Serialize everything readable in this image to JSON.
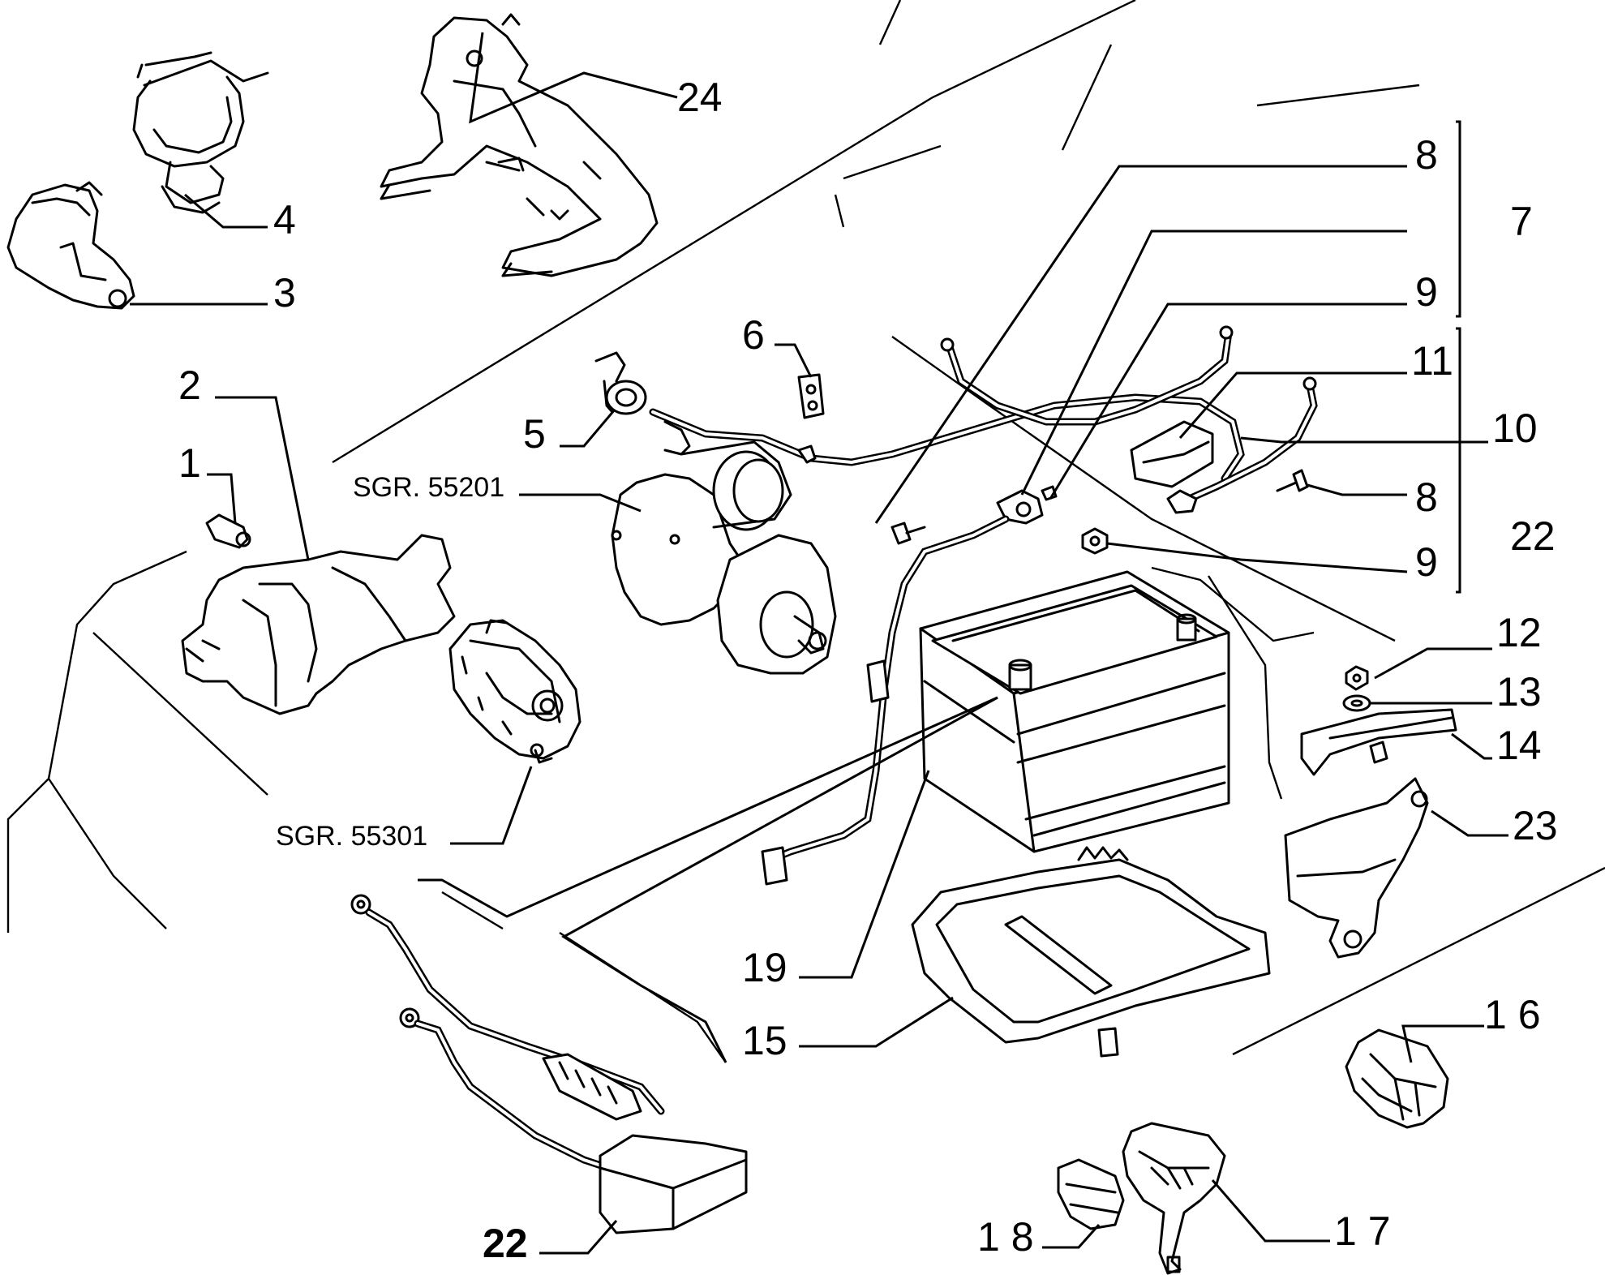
{
  "diagram": {
    "labels": {
      "p1": "1",
      "p2": "2",
      "p3": "3",
      "p4": "4",
      "p5": "5",
      "p6": "6",
      "p7": "7",
      "p8a": "8",
      "p8b": "8",
      "p9a": "9",
      "p9b": "9",
      "p10": "10",
      "p11": "11",
      "p12": "12",
      "p13": "13",
      "p14": "14",
      "p15": "15",
      "p16": "1 6",
      "p17": "1 7",
      "p18": "1 8",
      "p19": "19",
      "p22a": "22",
      "p22b": "22",
      "p23": "23",
      "p24": "24"
    },
    "references": {
      "starter": "SGR. 55201",
      "alternator": "SGR. 55301"
    }
  }
}
